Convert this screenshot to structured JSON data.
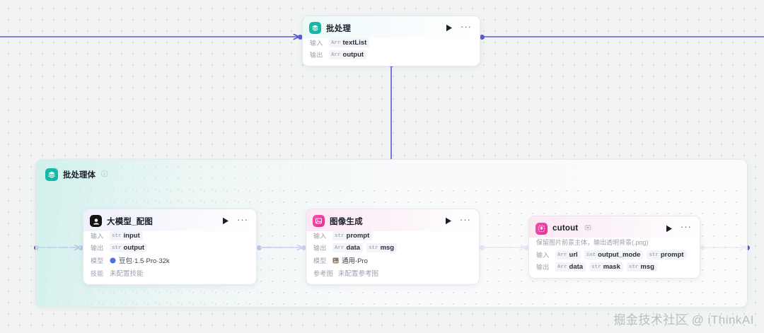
{
  "canvas": {
    "background_color": "#f1f4f3",
    "edge_color": "#5b5bd6",
    "watermark": "掘金技术社区 @ iThinkAI"
  },
  "batch_node": {
    "icon_name": "batch-stack-icon",
    "icon_color": "#14b8a6",
    "title": "批处理",
    "run_label": "▶",
    "more_label": "···",
    "rows": [
      {
        "label": "输入",
        "chips": [
          {
            "type": "Arr",
            "name": "textList"
          }
        ]
      },
      {
        "label": "输出",
        "chips": [
          {
            "type": "Arr",
            "name": "output"
          }
        ]
      }
    ]
  },
  "batch_body": {
    "icon_name": "batch-stack-icon",
    "icon_color": "#14b8a6",
    "title": "批处理体",
    "info_icon": "info-circle-icon"
  },
  "nodes": [
    {
      "id": "llm-node",
      "icon_name": "llm-avatar-icon",
      "icon_color": "#141414",
      "title": "大模型_配图",
      "run_label": "▶",
      "more_label": "···",
      "description": "",
      "rows": [
        {
          "label": "输入",
          "kind": "chips",
          "chips": [
            {
              "type": "str",
              "name": "input"
            }
          ]
        },
        {
          "label": "输出",
          "kind": "chips",
          "chips": [
            {
              "type": "str",
              "name": "output"
            }
          ]
        },
        {
          "label": "模型",
          "kind": "model",
          "value": "豆包·1.5·Pro·32k"
        },
        {
          "label": "技能",
          "kind": "plain",
          "value": "未配置技能"
        }
      ]
    },
    {
      "id": "image-gen-node",
      "icon_name": "image-generate-icon",
      "icon_color": "#f2389c",
      "title": "图像生成",
      "run_label": "▶",
      "more_label": "···",
      "description": "",
      "rows": [
        {
          "label": "输入",
          "kind": "chips",
          "chips": [
            {
              "type": "str",
              "name": "prompt"
            }
          ]
        },
        {
          "label": "输出",
          "kind": "chips",
          "chips": [
            {
              "type": "Arr",
              "name": "data"
            },
            {
              "type": "str",
              "name": "msg"
            }
          ]
        },
        {
          "label": "模型",
          "kind": "model2",
          "value": "通用-Pro"
        },
        {
          "label": "参考图",
          "kind": "plain",
          "value": "未配置参考图"
        }
      ]
    },
    {
      "id": "cutout-node",
      "icon_name": "cutout-plugin-icon",
      "icon_color": "#f2389c",
      "title": "cutout",
      "plugin_icon": "plugin-puzzle-icon",
      "run_label": "▶",
      "more_label": "···",
      "description": "保留图片前景主体，输出透明背景(.png)",
      "rows": [
        {
          "label": "输入",
          "kind": "chips",
          "chips": [
            {
              "type": "Arr",
              "name": "url"
            },
            {
              "type": "int",
              "name": "output_mode"
            },
            {
              "type": "str",
              "name": "prompt"
            }
          ]
        },
        {
          "label": "输出",
          "kind": "chips",
          "chips": [
            {
              "type": "Arr",
              "name": "data"
            },
            {
              "type": "str",
              "name": "mask"
            },
            {
              "type": "str",
              "name": "msg"
            }
          ]
        }
      ]
    }
  ]
}
